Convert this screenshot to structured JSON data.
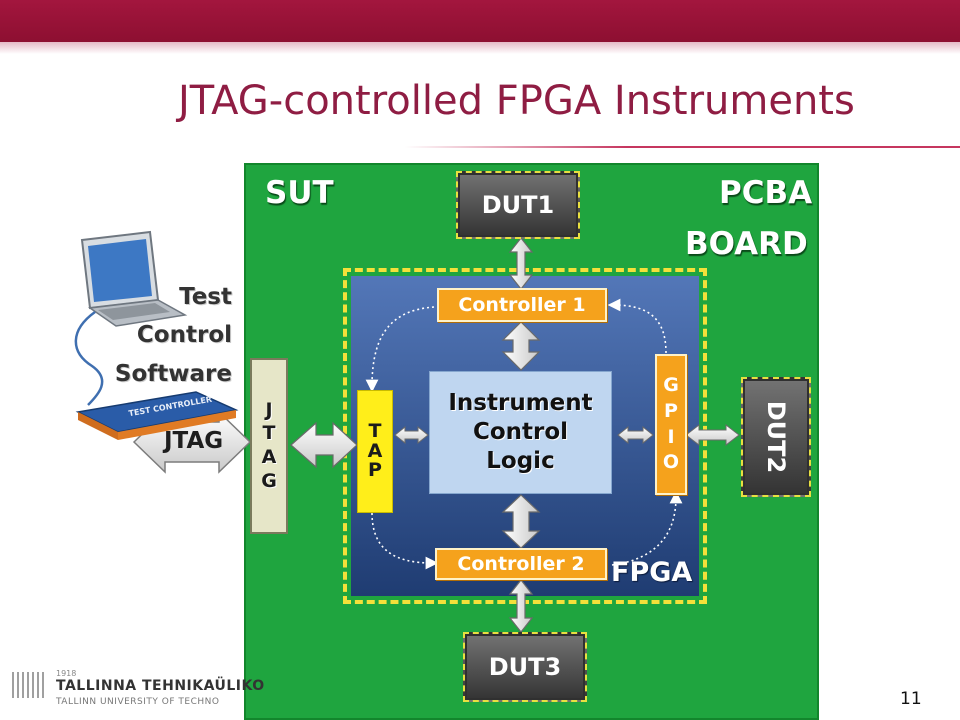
{
  "header": {
    "title": "JTAG-controlled FPGA Instruments",
    "colors": {
      "bar": "#9b1439",
      "title": "#8f1d43"
    }
  },
  "diagram": {
    "board": {
      "left_label": "SUT",
      "right_label_1": "PCBA",
      "right_label_2": "BOARD",
      "color": "#1fa53f"
    },
    "fpga": {
      "label": "FPGA",
      "color": "#2f5193",
      "border_color": "#f4e03a"
    },
    "duts": {
      "dut1": "DUT1",
      "dut2": "DUT2",
      "dut3": "DUT3"
    },
    "controllers": {
      "controller1": "Controller 1",
      "controller2": "Controller 2"
    },
    "instrument_logic": {
      "line1": "Instrument",
      "line2": "Control",
      "line3": "Logic"
    },
    "tap_letters": [
      "T",
      "A",
      "P"
    ],
    "gpio_letters": [
      "G",
      "P",
      "I",
      "O"
    ],
    "jtag_letters": [
      "J",
      "T",
      "A",
      "G"
    ],
    "jtag_arrow_label": "JTAG",
    "software": {
      "line1": "Test",
      "line2": "Control",
      "line3": "Software"
    },
    "device_text": "TEST CONTROLLER"
  },
  "footer": {
    "page_number": "11",
    "university_year": "1918",
    "university_name": "TALLINNA TEHNIKAÜLIKO",
    "university_name_en": "TALLINN UNIVERSITY OF TECHNO"
  }
}
